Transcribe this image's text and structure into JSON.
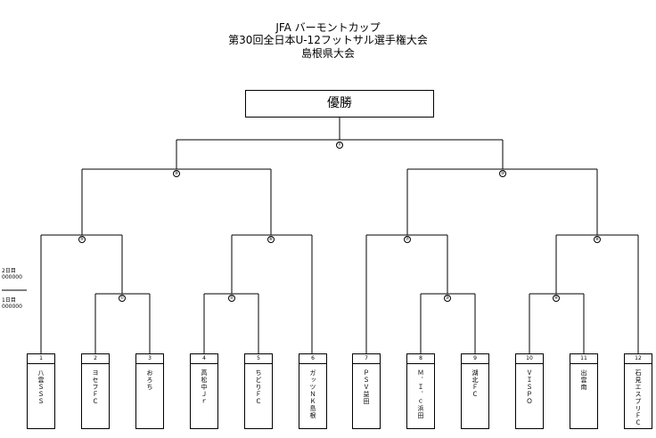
{
  "header": {
    "line1": "JFA バーモントカップ",
    "line2": "第30回全日本U-12フットサル選手権大会",
    "line3": "島根県大会"
  },
  "champion_label": "優勝",
  "legend": {
    "day2": "2日目",
    "day2_date": "000000",
    "day1": "1日目",
    "day1_date": "000000"
  },
  "matches": [
    {
      "num": "⑪"
    },
    {
      "num": "⑨"
    },
    {
      "num": "⑩"
    },
    {
      "num": "⑤"
    },
    {
      "num": "⑥"
    },
    {
      "num": "⑦"
    },
    {
      "num": "⑧"
    },
    {
      "num": "①"
    },
    {
      "num": "②"
    },
    {
      "num": "③"
    },
    {
      "num": "④"
    }
  ],
  "teams": [
    {
      "num": "1",
      "name": "八雲ＳＳＳ"
    },
    {
      "num": "2",
      "name": "ヨセフＦＣ"
    },
    {
      "num": "3",
      "name": "おろち"
    },
    {
      "num": "4",
      "name": "高松中Ｊｒ"
    },
    {
      "num": "5",
      "name": "ちどりＦＣ"
    },
    {
      "num": "6",
      "name": "ガッツＮＫ島根"
    },
    {
      "num": "7",
      "name": "ＰＳＶ益田"
    },
    {
      "num": "8",
      "name": "Ｍ．Ｉ．ｃ浜田"
    },
    {
      "num": "9",
      "name": "湖北ＦＣ"
    },
    {
      "num": "10",
      "name": "ＶＩＳＰＯ"
    },
    {
      "num": "11",
      "name": "出雲南"
    },
    {
      "num": "12",
      "name": "石見エスプリＦＣ"
    }
  ]
}
